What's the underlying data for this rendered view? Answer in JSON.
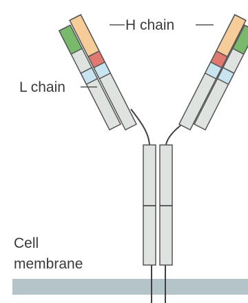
{
  "labels": {
    "heavy_chain": "H chain",
    "light_chain": "L chain",
    "membrane_line1": "Cell",
    "membrane_line2": "membrane"
  },
  "colors": {
    "chain_fill": "#dfe3df",
    "chain_stroke": "#555555",
    "variable_heavy": "#f6cc98",
    "hypervariable": "#e07a70",
    "constant_light_blue": "#c8e4f0",
    "variable_light": "#79b96c",
    "membrane": "#b4c4c8",
    "leader_line": "#555555"
  }
}
